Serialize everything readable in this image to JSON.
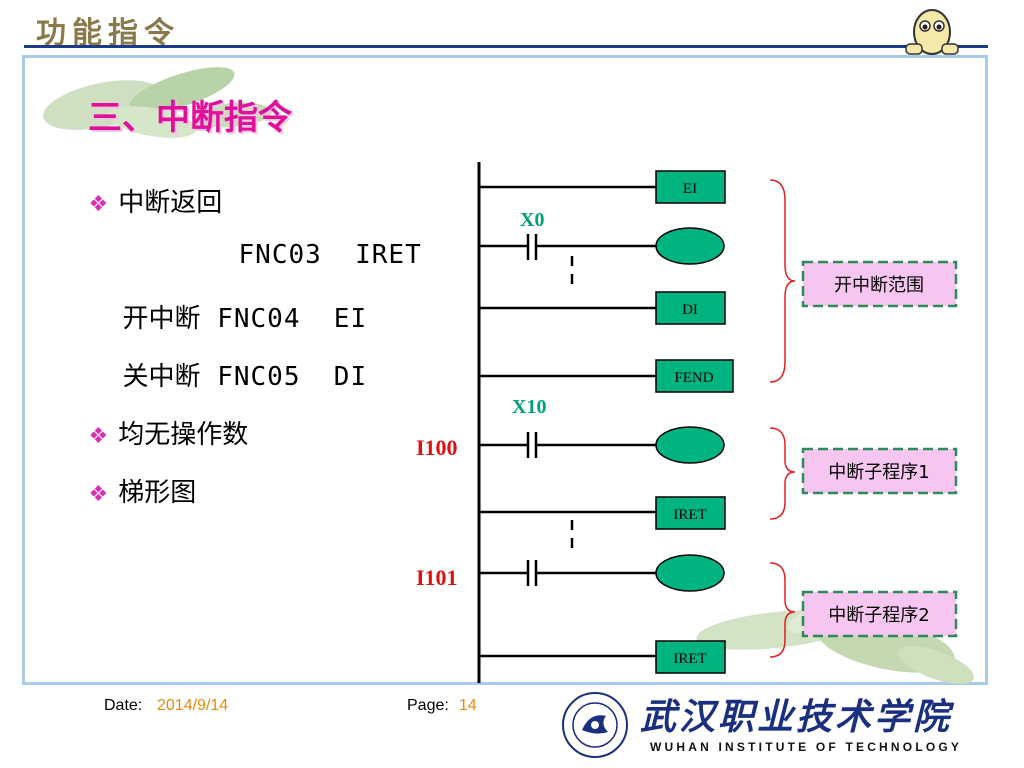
{
  "header": {
    "title": "功能指令"
  },
  "slide": {
    "title": "三、中断指令"
  },
  "bullets": {
    "b1": "中断返回",
    "iret_code": "FNC03",
    "iret_mnemonic": "IRET",
    "ei_label": "开中断",
    "ei_code": "FNC04",
    "ei_mnemonic": "EI",
    "di_label": "关中断",
    "di_code": "FNC05",
    "di_mnemonic": "DI",
    "b2": "均无操作数",
    "b3": "梯形图"
  },
  "diagram": {
    "rungs": {
      "r1_box": "EI",
      "r2_contact": "X0",
      "r3_box": "DI",
      "r4_box": "FEND",
      "r5_pointer": "I100",
      "r5_contact": "X10",
      "r6_box": "IRET",
      "r7_pointer": "I101",
      "r8_box": "IRET"
    },
    "labels": {
      "enable_range": "开中断范围",
      "sub1": "中断子程序1",
      "sub2": "中断子程序2"
    },
    "colors": {
      "box_fill": "#00b482",
      "coil_fill": "#00b482",
      "contact_label": "#00a07a",
      "pointer_label": "#e01010",
      "brace": "#e02020",
      "label_bg": "#f7c6f0",
      "label_border": "#2e8a5a"
    }
  },
  "footer": {
    "date_label": "Date:",
    "date": "2014/9/14",
    "page_label": "Page:",
    "page": "14",
    "school_cn": "武汉职业技术学院",
    "school_en": "WUHAN INSTITUTE OF TECHNOLOGY"
  }
}
